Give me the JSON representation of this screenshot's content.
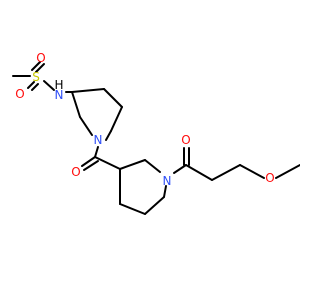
{
  "molecule": {
    "atoms": {
      "sulfonyl_o1": "O",
      "sulfonyl_s": "S",
      "sulfonyl_o2": "O",
      "amide_nh": "N",
      "amide_h": "H",
      "piperidine1_n": "N",
      "carbonyl_o1": "O",
      "piperidine2_n": "N",
      "carbonyl_o2": "O",
      "ether_o": "O"
    }
  },
  "colors": {
    "bond": "#000000",
    "oxygen": "#ff0d0d",
    "nitrogen": "#3050f8",
    "sulfur": "#c8c800",
    "hydrogen": "#000000"
  }
}
